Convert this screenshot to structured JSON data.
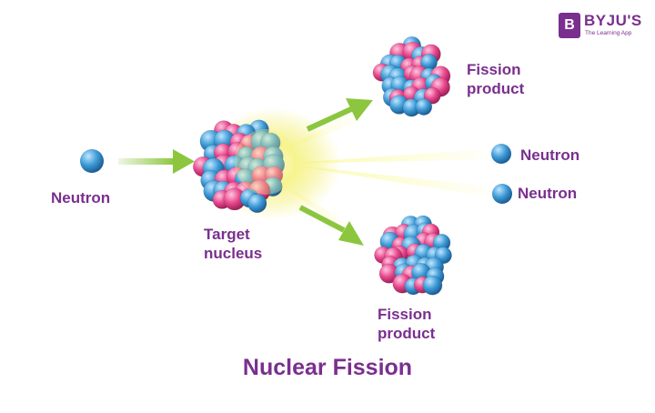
{
  "labels": {
    "neutron_in": "Neutron",
    "target_nucleus": "Target\nnucleus",
    "fission_product_top": "Fission\nproduct",
    "fission_product_bottom": "Fission\nproduct",
    "neutron_out_1": "Neutron",
    "neutron_out_2": "Neutron"
  },
  "title": "Nuclear Fission",
  "brand": {
    "logo_letter": "B",
    "name": "BYJU'S",
    "tagline": "The Learning App"
  },
  "colors": {
    "label": "#7a2f8e",
    "neutron": "#3d9ad6",
    "proton": "#e8478c",
    "arrow": "#8cc63f",
    "flash": "#f4f07a"
  }
}
